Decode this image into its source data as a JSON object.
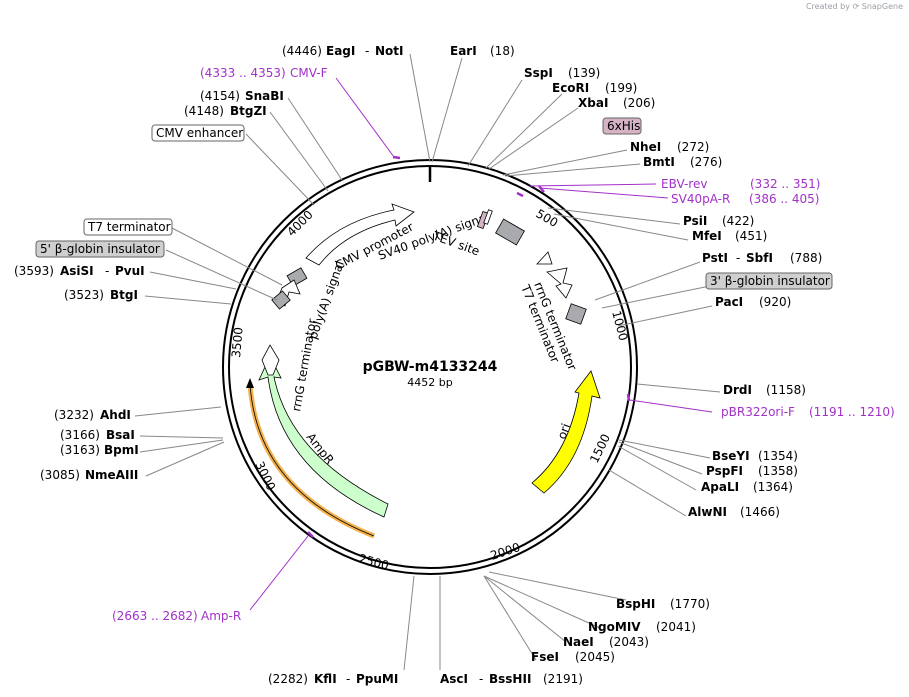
{
  "plasmid": {
    "name": "pGBW-m4133244",
    "length": "4452 bp"
  },
  "credit": {
    "text": "Created by",
    "brand": "SnapGene"
  },
  "ticks": [
    "500",
    "1000",
    "1500",
    "2000",
    "2500",
    "3000",
    "3500",
    "4000"
  ],
  "sites": [
    {
      "name": "EagI",
      "pos": "(4446)",
      "joiner": "-",
      "name2": "NotI"
    },
    {
      "name": "EarI",
      "pos": "(18)"
    },
    {
      "name": "SspI",
      "pos": "(139)"
    },
    {
      "name": "EcoRI",
      "pos": "(199)"
    },
    {
      "name": "XbaI",
      "pos": "(206)"
    },
    {
      "name": "NheI",
      "pos": "(272)"
    },
    {
      "name": "BmtI",
      "pos": "(276)"
    },
    {
      "name": "PsiI",
      "pos": "(422)"
    },
    {
      "name": "MfeI",
      "pos": "(451)"
    },
    {
      "name": "PstI",
      "pos": "(788)",
      "joiner": "-",
      "name2": "SbfI"
    },
    {
      "name": "PacI",
      "pos": "(920)"
    },
    {
      "name": "DrdI",
      "pos": "(1158)"
    },
    {
      "name": "BseYI",
      "pos": "(1354)"
    },
    {
      "name": "PspFI",
      "pos": "(1358)"
    },
    {
      "name": "ApaLI",
      "pos": "(1364)"
    },
    {
      "name": "AlwNI",
      "pos": "(1466)"
    },
    {
      "name": "BspHI",
      "pos": "(1770)"
    },
    {
      "name": "NgoMIV",
      "pos": "(2041)"
    },
    {
      "name": "NaeI",
      "pos": "(2043)"
    },
    {
      "name": "FseI",
      "pos": "(2045)"
    },
    {
      "name": "AscI",
      "pos": "(2191)",
      "joiner": "-",
      "name2": "BssHII"
    },
    {
      "name": "KflI",
      "pos": "(2282)",
      "joiner": "-",
      "name2": "PpuMI"
    },
    {
      "name": "NmeAIII",
      "pos": "(3085)"
    },
    {
      "name": "BpmI",
      "pos": "(3163)"
    },
    {
      "name": "BsaI",
      "pos": "(3166)"
    },
    {
      "name": "AhdI",
      "pos": "(3232)"
    },
    {
      "name": "BtgI",
      "pos": "(3523)"
    },
    {
      "name": "AsiSI",
      "pos": "(3593)",
      "joiner": "-",
      "name2": "PvuI"
    },
    {
      "name": "BtgZI",
      "pos": "(4148)"
    },
    {
      "name": "SnaBI",
      "pos": "(4154)"
    }
  ],
  "primers": [
    {
      "name": "CMV-F",
      "range": "(4333 .. 4353)"
    },
    {
      "name": "EBV-rev",
      "range": "(332 .. 351)"
    },
    {
      "name": "SV40pA-R",
      "range": "(386 .. 405)"
    },
    {
      "name": "pBR322ori-F",
      "range": "(1191 .. 1210)"
    },
    {
      "name": "Amp-R",
      "range": "(2663 .. 2682)"
    }
  ],
  "boxed_features": {
    "cmv_enhancer": "CMV enhancer",
    "t7_terminator": "T7 terminator",
    "beta_globin_5": "5' β-globin insulator",
    "beta_globin_3": "3' β-globin insulator",
    "his_tag": "6xHis"
  },
  "features": {
    "cmv_promoter": "CMV promoter",
    "tev_site": "TEV site",
    "sv40_polya": "SV40 poly(A) signal",
    "polya_signal": "poly(A) signal",
    "rrng_terminator_left": "rrnG terminator",
    "rrng_terminator_right": "rrnG terminator",
    "t7_terminator_right": "T7 terminator",
    "ori": "ori",
    "ampr": "AmpR"
  },
  "colors": {
    "ori": "#ffff00",
    "ampr": "#ccffcc",
    "amp_primer": "#f3b14d",
    "his": "#d6b3c4",
    "primer": "#a330c9",
    "gray_feature": "#a8aaad",
    "box_gray": "#cfcfcf"
  }
}
